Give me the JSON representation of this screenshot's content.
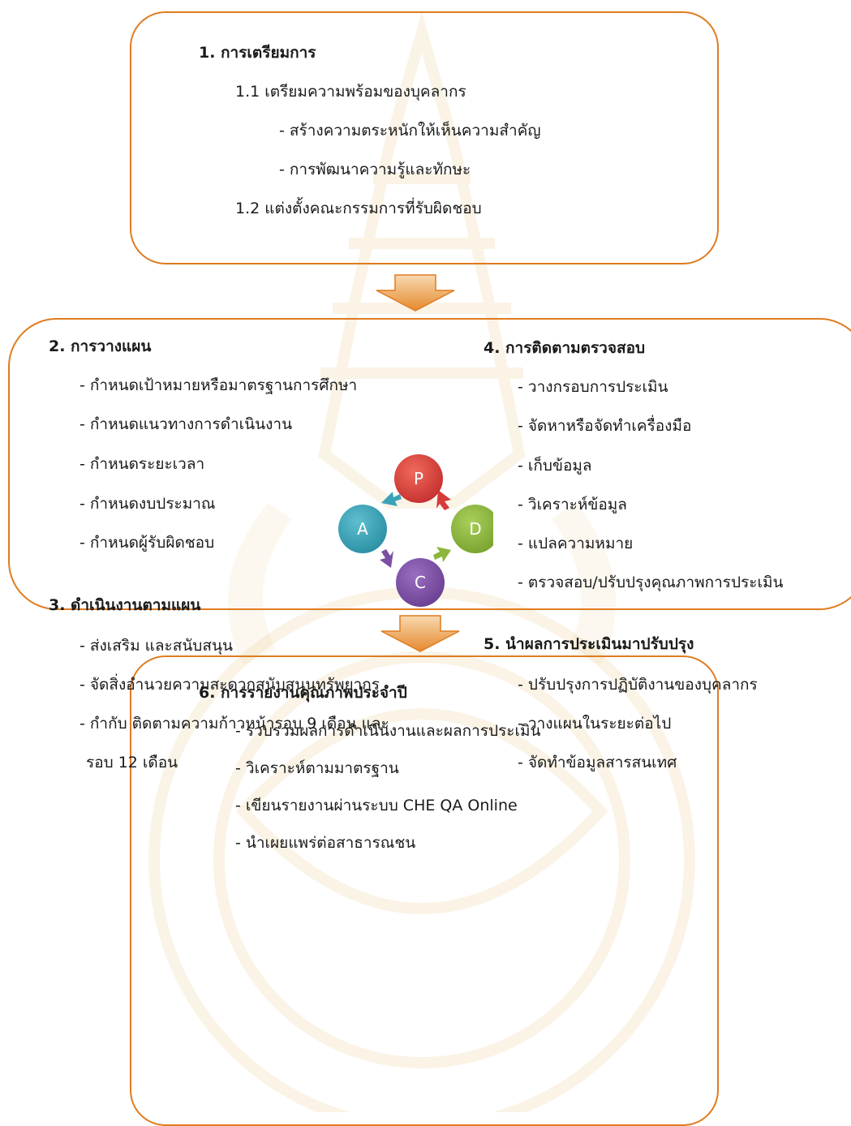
{
  "colors": {
    "border": "#e07b1f",
    "arrow_light": "#f6c98f",
    "arrow_dark": "#e07b1f",
    "p": "#d73a3a",
    "d": "#8cb63c",
    "c": "#7b4fa3",
    "a": "#3aa3b8"
  },
  "step1": {
    "title": "1.   การเตรียมการ",
    "items": [
      "1.1 เตรียมความพร้อมของบุคลากร",
      "- สร้างความตระหนักให้เห็นความสำคัญ",
      "- การพัฒนาความรู้และทักษะ",
      "1.2  แต่งตั้งคณะกรรมการที่รับผิดชอบ"
    ]
  },
  "step2": {
    "title": "2.  การวางแผน",
    "items": [
      "- กำหนดเป้าหมายหรือมาตรฐานการศึกษา",
      "- กำหนดแนวทางการดำเนินงาน",
      "- กำหนดระยะเวลา",
      "- กำหนดงบประมาณ",
      "- กำหนดผู้รับผิดชอบ"
    ]
  },
  "step3": {
    "title": "3.  ดำเนินงานตามแผน",
    "items": [
      "- ส่งเสริม และสนับสนุน",
      "- จัดสิ่งอำนวยความสะดวกสนับสนุนทรัพยากร",
      "- กำกับ ติดตามความก้าวหน้ารอบ 9 เดือน และ",
      "รอบ 12 เดือน"
    ]
  },
  "step4": {
    "title": "4. การติดตามตรวจสอบ",
    "items": [
      "- วางกรอบการประเมิน",
      "- จัดหาหรือจัดทำเครื่องมือ",
      "- เก็บข้อมูล",
      "- วิเคราะห์ข้อมูล",
      "- แปลความหมาย",
      "- ตรวจสอบ/ปรับปรุงคุณภาพการประเมิน"
    ]
  },
  "step5": {
    "title": "5. นำผลการประเมินมาปรับปรุง",
    "items": [
      "- ปรับปรุงการปฏิบัติงานของบุคลากร",
      "- วางแผนในระยะต่อไป",
      "- จัดทำข้อมูลสารสนเทศ"
    ]
  },
  "step6": {
    "title": "6.   การรายงานคุณภาพประจำปี",
    "items": [
      "- รวบรวมผลการดำเนินงานและผลการประเมิน",
      "- วิเคราะห์ตามมาตรฐาน",
      "- เขียนรายงานผ่านระบบ CHE QA Online",
      "- นำเผยแพร่ต่อสาธารณชน"
    ]
  },
  "pdca": {
    "p": "P",
    "d": "D",
    "c": "C",
    "a": "A"
  }
}
